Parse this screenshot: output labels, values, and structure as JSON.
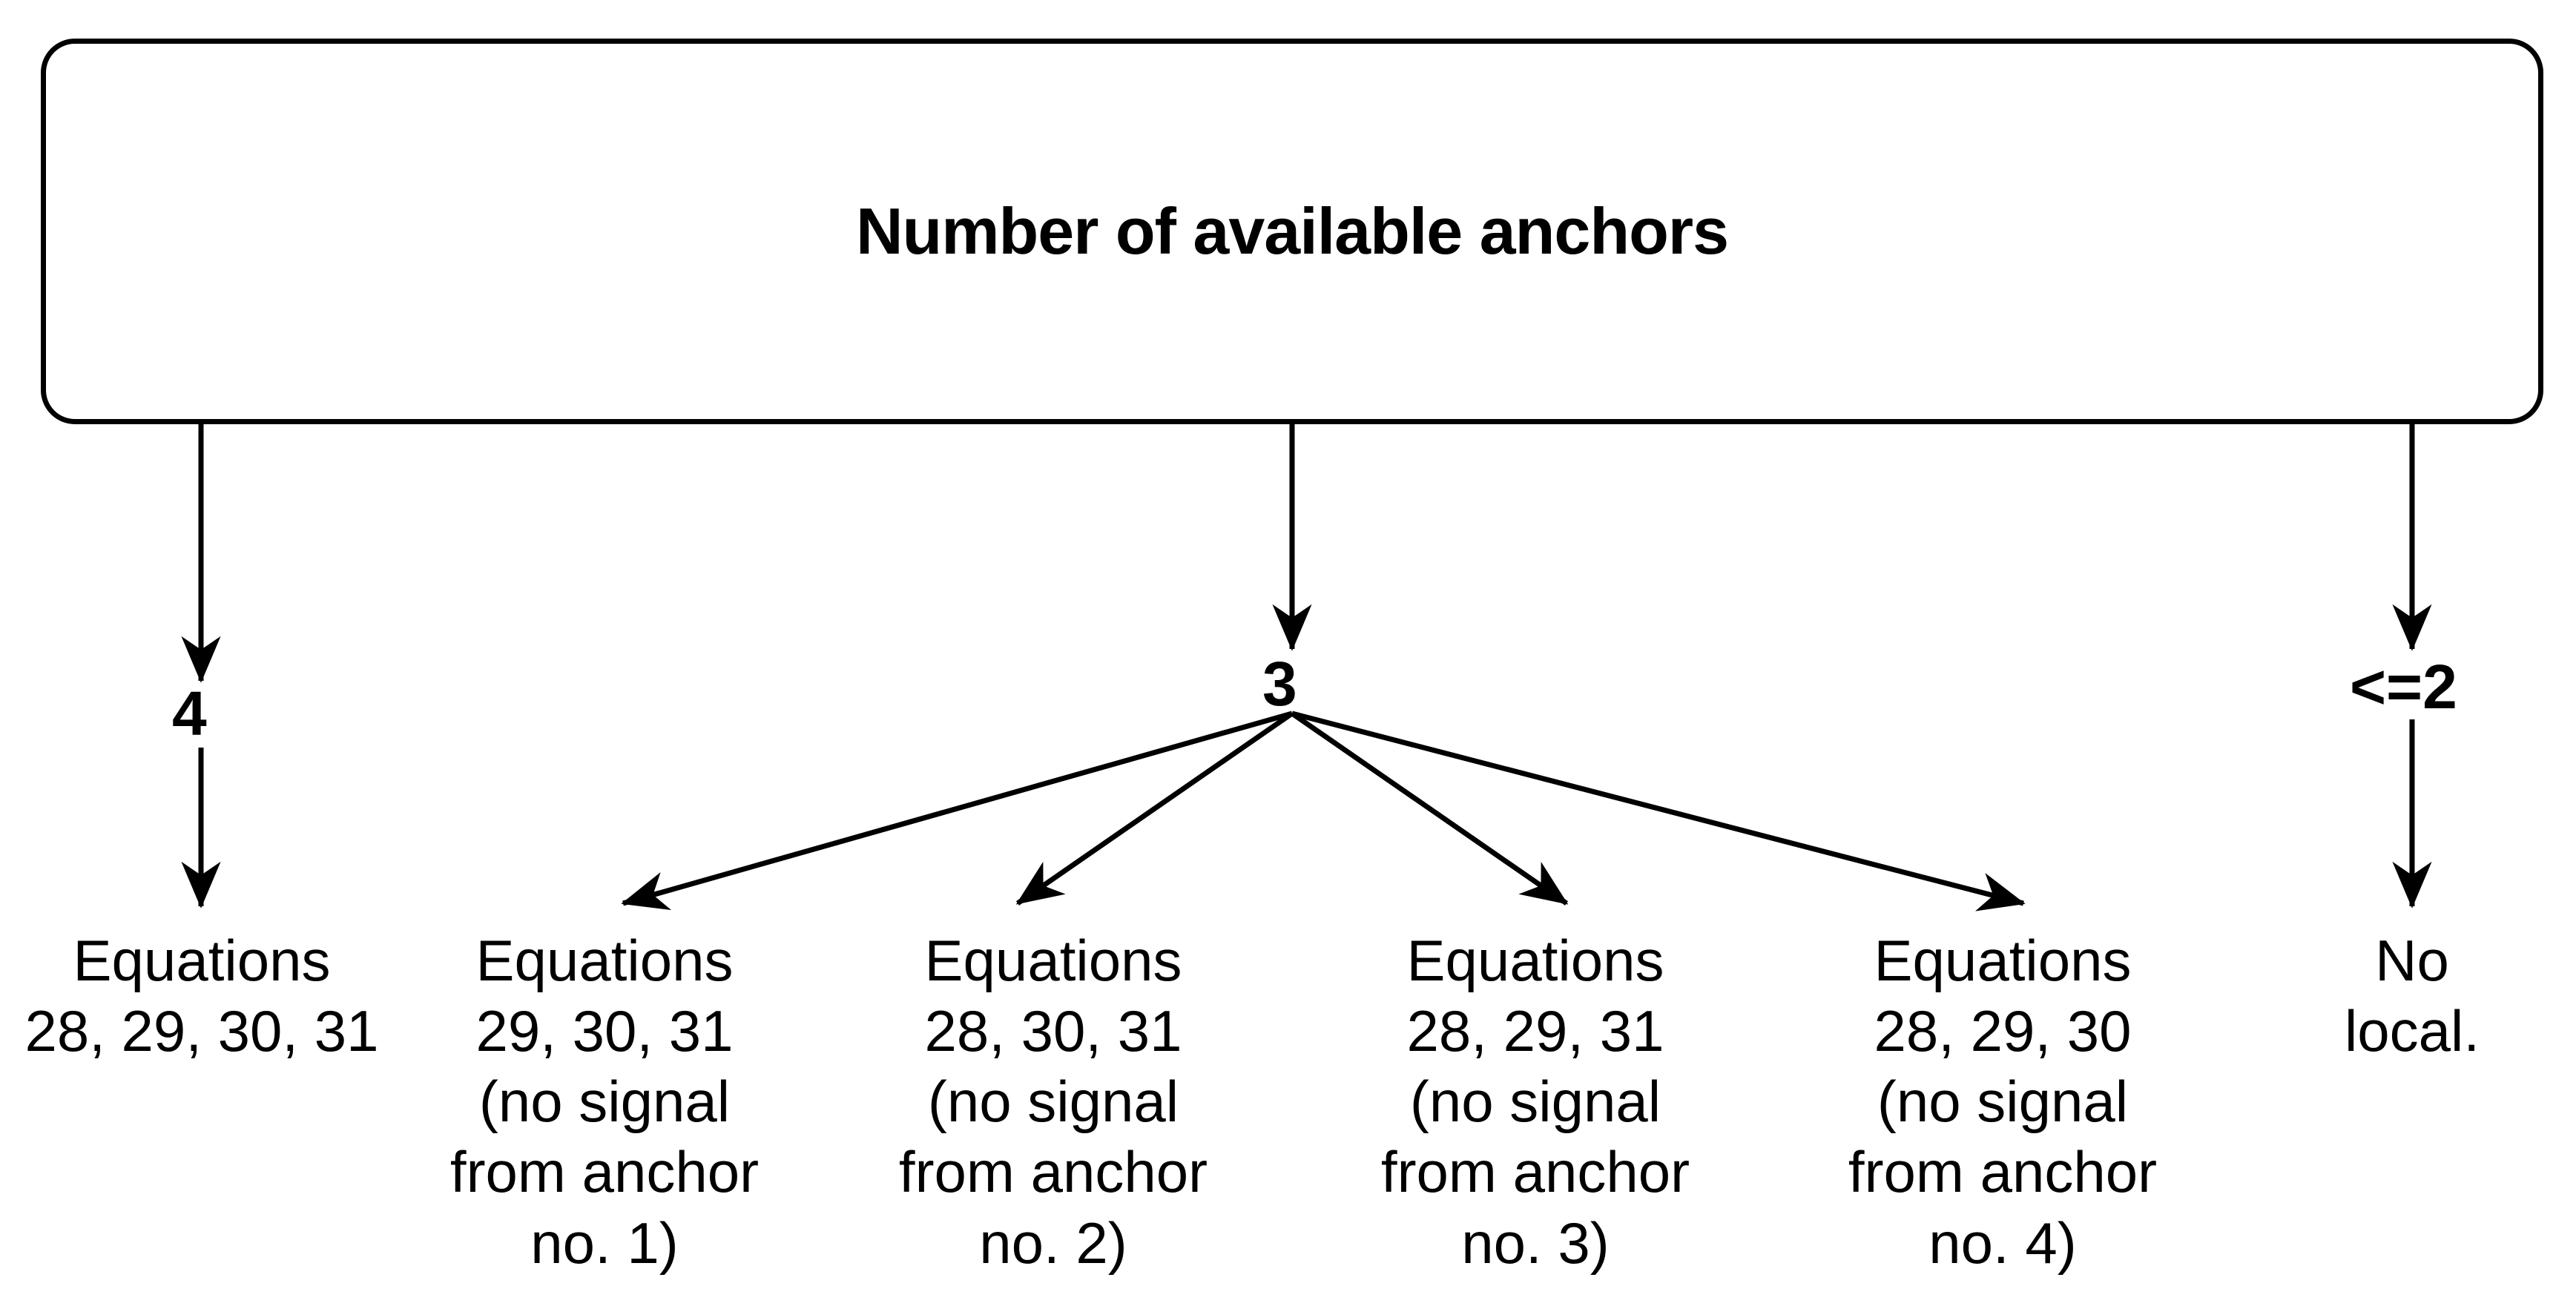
{
  "diagram": {
    "root": {
      "label": "Number of available anchors"
    },
    "edge_labels": [
      {
        "name": "branch-4",
        "text": "4"
      },
      {
        "name": "branch-3",
        "text": "3"
      },
      {
        "name": "branch-le2",
        "text": "<=2"
      }
    ],
    "leaves": [
      {
        "name": "leaf-eq-28-29-30-31",
        "text": "Equations\n28, 29, 30, 31"
      },
      {
        "name": "leaf-eq-29-30-31",
        "text": "Equations\n29, 30, 31\n(no signal\nfrom anchor\nno. 1)"
      },
      {
        "name": "leaf-eq-28-30-31",
        "text": "Equations\n28, 30, 31\n(no signal\nfrom anchor\nno. 2)"
      },
      {
        "name": "leaf-eq-28-29-31",
        "text": "Equations\n28, 29, 31\n(no signal\nfrom anchor\nno. 3)"
      },
      {
        "name": "leaf-eq-28-29-30",
        "text": "Equations\n28, 29, 30\n(no signal\nfrom anchor\nno. 4)"
      },
      {
        "name": "leaf-no-localization",
        "text": "No\nlocal."
      }
    ],
    "colors": {
      "stroke": "#000000",
      "fill": "#ffffff",
      "text": "#000000"
    }
  }
}
